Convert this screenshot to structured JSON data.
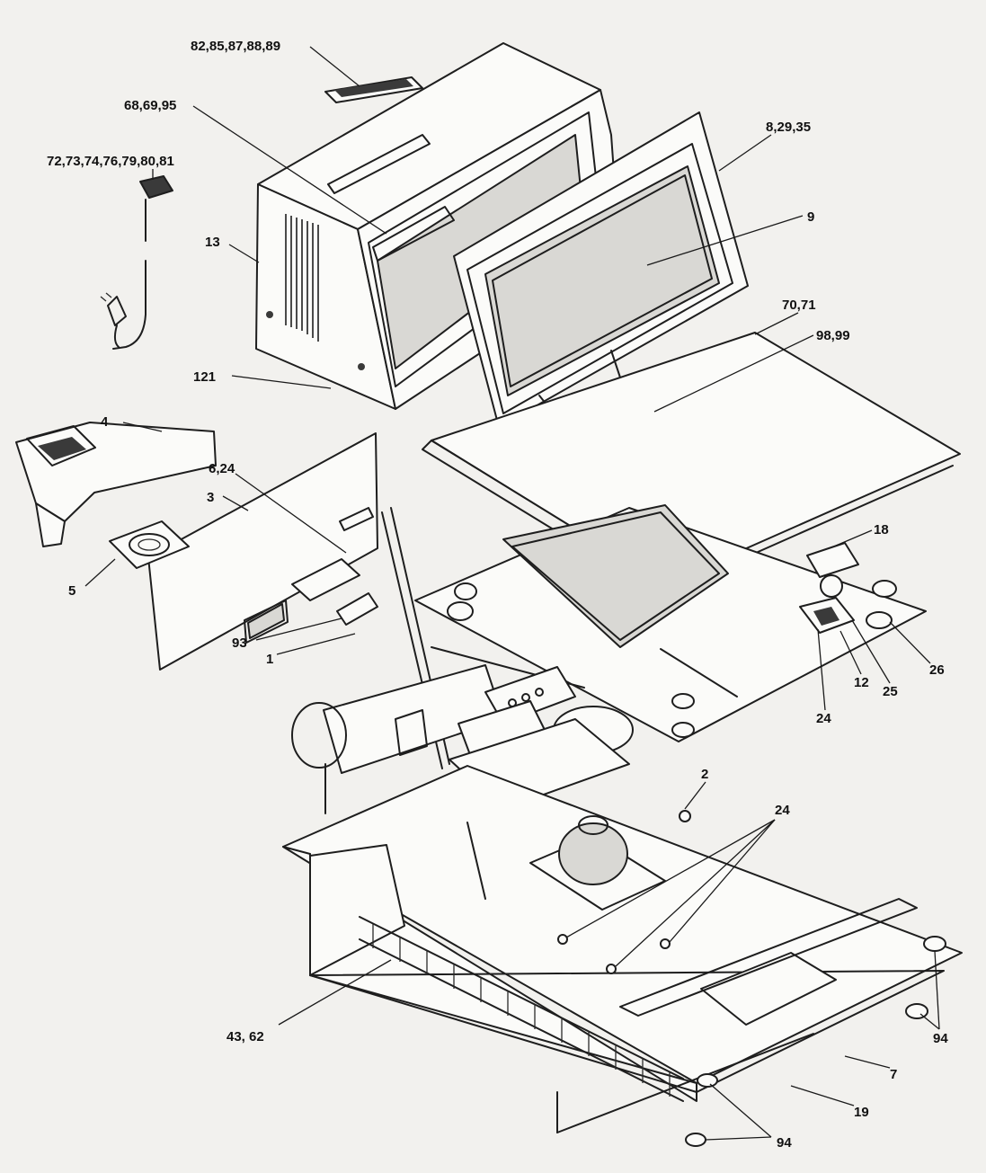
{
  "diagram": {
    "callouts": [
      {
        "id": "c1",
        "text": "82,85,87,88,89"
      },
      {
        "id": "c2",
        "text": "68,69,95"
      },
      {
        "id": "c3",
        "text": "8,29,35"
      },
      {
        "id": "c4",
        "text": "72,73,74,76,79,80,81"
      },
      {
        "id": "c5",
        "text": "9"
      },
      {
        "id": "c6",
        "text": "13"
      },
      {
        "id": "c7",
        "text": "70,71"
      },
      {
        "id": "c8",
        "text": "98,99"
      },
      {
        "id": "c9",
        "text": "121"
      },
      {
        "id": "c10",
        "text": "4"
      },
      {
        "id": "c11",
        "text": "6,24"
      },
      {
        "id": "c12",
        "text": "3"
      },
      {
        "id": "c13",
        "text": "5"
      },
      {
        "id": "c14",
        "text": "18"
      },
      {
        "id": "c15",
        "text": "93"
      },
      {
        "id": "c16",
        "text": "1"
      },
      {
        "id": "c17",
        "text": "26"
      },
      {
        "id": "c18",
        "text": "25"
      },
      {
        "id": "c19",
        "text": "24"
      },
      {
        "id": "c20",
        "text": "12"
      },
      {
        "id": "c21",
        "text": "2"
      },
      {
        "id": "c22",
        "text": "24"
      },
      {
        "id": "c23",
        "text": "43, 62"
      },
      {
        "id": "c24",
        "text": "94"
      },
      {
        "id": "c25",
        "text": "7"
      },
      {
        "id": "c26",
        "text": "19"
      },
      {
        "id": "c27",
        "text": "94"
      }
    ]
  }
}
